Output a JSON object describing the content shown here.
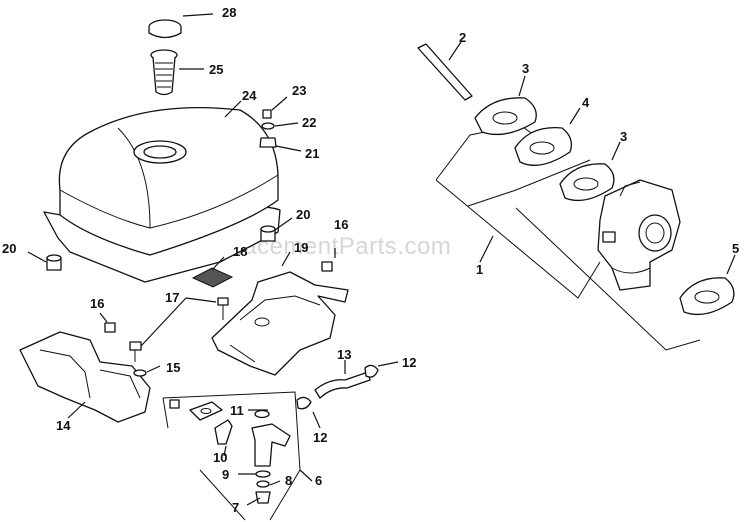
{
  "watermark": "eReplacementParts.com",
  "callouts": [
    {
      "id": "c28",
      "text": "28"
    },
    {
      "id": "c25",
      "text": "25"
    },
    {
      "id": "c24",
      "text": "24"
    },
    {
      "id": "c23",
      "text": "23"
    },
    {
      "id": "c22",
      "text": "22"
    },
    {
      "id": "c21",
      "text": "21"
    },
    {
      "id": "c20a",
      "text": "20"
    },
    {
      "id": "c20b",
      "text": "20"
    },
    {
      "id": "c16a",
      "text": "16"
    },
    {
      "id": "c16b",
      "text": "16"
    },
    {
      "id": "c18",
      "text": "18"
    },
    {
      "id": "c19",
      "text": "19"
    },
    {
      "id": "c17",
      "text": "17"
    },
    {
      "id": "c15",
      "text": "15"
    },
    {
      "id": "c14",
      "text": "14"
    },
    {
      "id": "c13",
      "text": "13"
    },
    {
      "id": "c12a",
      "text": "12"
    },
    {
      "id": "c12b",
      "text": "12"
    },
    {
      "id": "c11",
      "text": "11"
    },
    {
      "id": "c10",
      "text": "10"
    },
    {
      "id": "c9",
      "text": "9"
    },
    {
      "id": "c8",
      "text": "8"
    },
    {
      "id": "c7",
      "text": "7"
    },
    {
      "id": "c6",
      "text": "6"
    },
    {
      "id": "c2",
      "text": "2"
    },
    {
      "id": "c3a",
      "text": "3"
    },
    {
      "id": "c4",
      "text": "4"
    },
    {
      "id": "c3b",
      "text": "3"
    },
    {
      "id": "c1",
      "text": "1"
    },
    {
      "id": "c5",
      "text": "5"
    }
  ]
}
